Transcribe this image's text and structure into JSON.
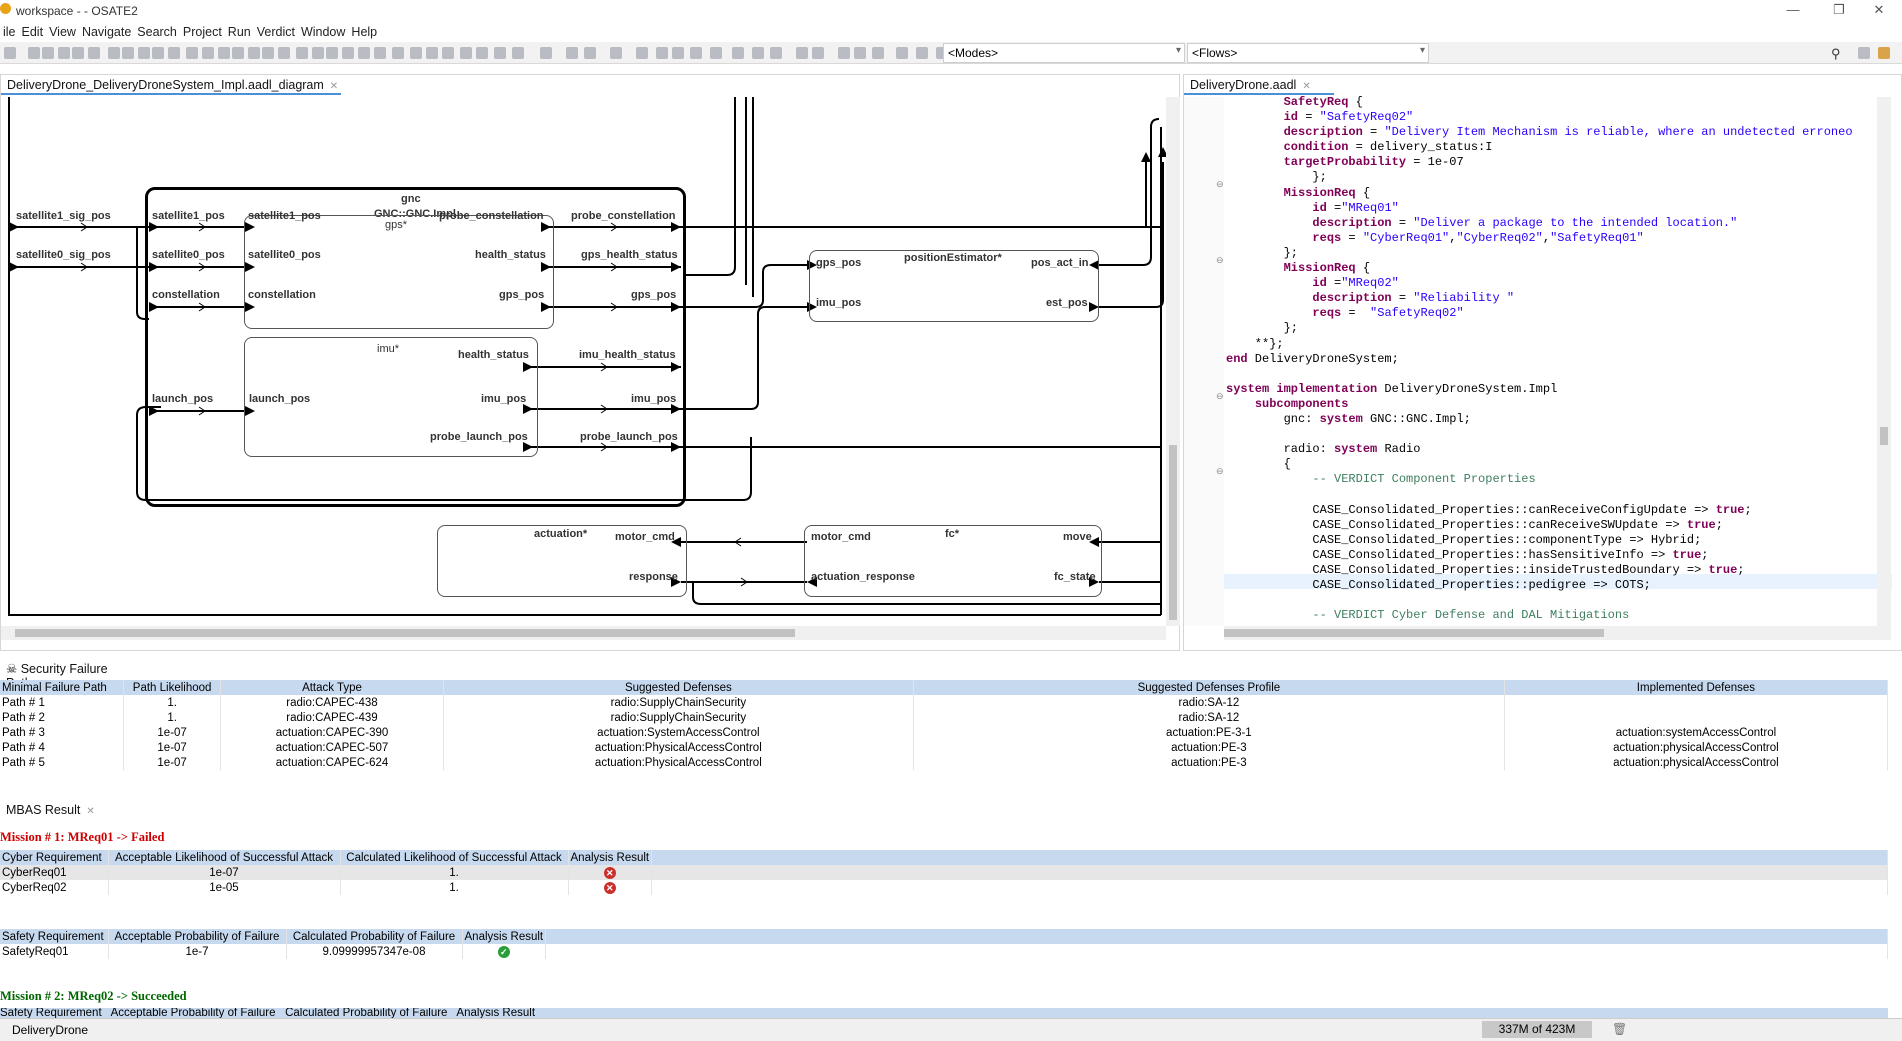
{
  "app": {
    "title": "workspace -  - OSATE2"
  },
  "menu": [
    "ile",
    "Edit",
    "View",
    "Navigate",
    "Search",
    "Project",
    "Run",
    "Verdict",
    "Window",
    "Help"
  ],
  "toolbar": {
    "modes": "<Modes>",
    "flows": "<Flows>"
  },
  "diagram_tab": {
    "title": "DeliveryDrone_DeliveryDroneSystem_Impl.aadl_diagram"
  },
  "editor_tab": {
    "title": "DeliveryDrone.aadl"
  },
  "diagram": {
    "gnc": {
      "name": "gnc",
      "type": "GNC::GNC.Impl"
    },
    "ports_outer_left": [
      "satellite1_sig_pos",
      "satellite0_sig_pos"
    ],
    "gnc_in": [
      "satellite1_pos",
      "satellite0_pos",
      "constellation",
      "launch_pos"
    ],
    "gps": {
      "name": "gps*",
      "in": [
        "satellite1_pos",
        "satellite0_pos",
        "constellation"
      ],
      "out": [
        "probe_constellation",
        "health_status",
        "gps_pos"
      ]
    },
    "gnc_out": [
      "probe_constellation",
      "gps_health_status",
      "gps_pos",
      "imu_health_status",
      "imu_pos",
      "probe_launch_pos"
    ],
    "imu": {
      "name": "imu*",
      "in": [
        "launch_pos"
      ],
      "out": [
        "health_status",
        "imu_pos",
        "probe_launch_pos"
      ]
    },
    "pe": {
      "name": "positionEstimator*",
      "in": [
        "gps_pos",
        "imu_pos"
      ],
      "out": [
        "pos_act_in",
        "est_pos"
      ]
    },
    "actuation": {
      "name": "actuation*",
      "ports": [
        "motor_cmd",
        "response"
      ]
    },
    "fc": {
      "name": "fc*",
      "in": [
        "motor_cmd",
        "actuation_response"
      ],
      "out": [
        "move",
        "fc_state"
      ]
    }
  },
  "code_lines": [
    "        SafetyReq {",
    "        id = \"SafetyReq02\"",
    "        description = \"Delivery Item Mechanism is reliable, where an undetected erroneo",
    "        condition = delivery_status:I",
    "        targetProbability = 1e-07",
    "            };",
    "        MissionReq {",
    "            id =\"MReq01\"",
    "            description = \"Deliver a package to the intended location.\"",
    "            reqs = \"CyberReq01\",\"CyberReq02\",\"SafetyReq01\"",
    "        };",
    "        MissionReq {",
    "            id =\"MReq02\"",
    "            description = \"Reliability \"",
    "            reqs =  \"SafetyReq02\"",
    "        };",
    "    **};",
    "end DeliveryDroneSystem;",
    "",
    "system implementation DeliveryDroneSystem.Impl",
    "    subcomponents",
    "        gnc: system GNC::GNC.Impl;",
    "",
    "        radio: system Radio",
    "        {",
    "            -- VERDICT Component Properties",
    "",
    "            CASE_Consolidated_Properties::canReceiveConfigUpdate => true;",
    "            CASE_Consolidated_Properties::canReceiveSWUpdate => true;",
    "            CASE_Consolidated_Properties::componentType => Hybrid;",
    "            CASE_Consolidated_Properties::hasSensitiveInfo => true;",
    "            CASE_Consolidated_Properties::insideTrustedBoundary => true;",
    "            CASE_Consolidated_Properties::pedigree => COTS;",
    "",
    "            -- VERDICT Cyber Defense and DAL Mitigations"
  ],
  "security": {
    "tab": "Security Failure Paths",
    "headers": [
      "Minimal Failure Path",
      "Path Likelihood",
      "Attack Type",
      "Suggested Defenses",
      "Suggested Defenses Profile",
      "Implemented Defenses"
    ],
    "rows": [
      [
        "Path # 1",
        "1.",
        "radio:CAPEC-438",
        "radio:SupplyChainSecurity",
        "radio:SA-12",
        ""
      ],
      [
        "Path # 2",
        "1.",
        "radio:CAPEC-439",
        "radio:SupplyChainSecurity",
        "radio:SA-12",
        ""
      ],
      [
        "Path # 3",
        "1e-07",
        "actuation:CAPEC-390",
        "actuation:SystemAccessControl",
        "actuation:PE-3-1",
        "actuation:systemAccessControl"
      ],
      [
        "Path # 4",
        "1e-07",
        "actuation:CAPEC-507",
        "actuation:PhysicalAccessControl",
        "actuation:PE-3",
        "actuation:physicalAccessControl"
      ],
      [
        "Path # 5",
        "1e-07",
        "actuation:CAPEC-624",
        "actuation:PhysicalAccessControl",
        "actuation:PE-3",
        "actuation:physicalAccessControl"
      ]
    ]
  },
  "mbas": {
    "tab": "MBAS Result",
    "mission1": "Mission # 1: MReq01 -> Failed",
    "cyber_headers": [
      "Cyber Requirement",
      "Acceptable Likelihood of Successful Attack",
      "Calculated Likelihood of Successful Attack",
      "Analysis Result"
    ],
    "cyber_rows": [
      [
        "CyberReq01",
        "1e-07",
        "1."
      ],
      [
        "CyberReq02",
        "1e-05",
        "1."
      ]
    ],
    "safety_headers": [
      "Safety Requirement",
      "Acceptable Probability of Failure",
      "Calculated Probability of Failure",
      "Analysis Result"
    ],
    "safety_rows": [
      [
        "SafetyReq01",
        "1e-7",
        "9.09999957347e-08"
      ]
    ],
    "mission2": "Mission # 2: MReq02 -> Succeeded",
    "mission2_header_partial": "Safety Requirement   Acceptable Probability of Failure   Calculated Probability of Failure   Analysis Result"
  },
  "status": {
    "project": "DeliveryDrone",
    "heap": "337M of 423M"
  },
  "colors": {
    "fail": "#cc0000",
    "ok": "#006600",
    "header": "#c7d9ef",
    "keyword": "#7f0055",
    "string": "#2a00ff"
  }
}
